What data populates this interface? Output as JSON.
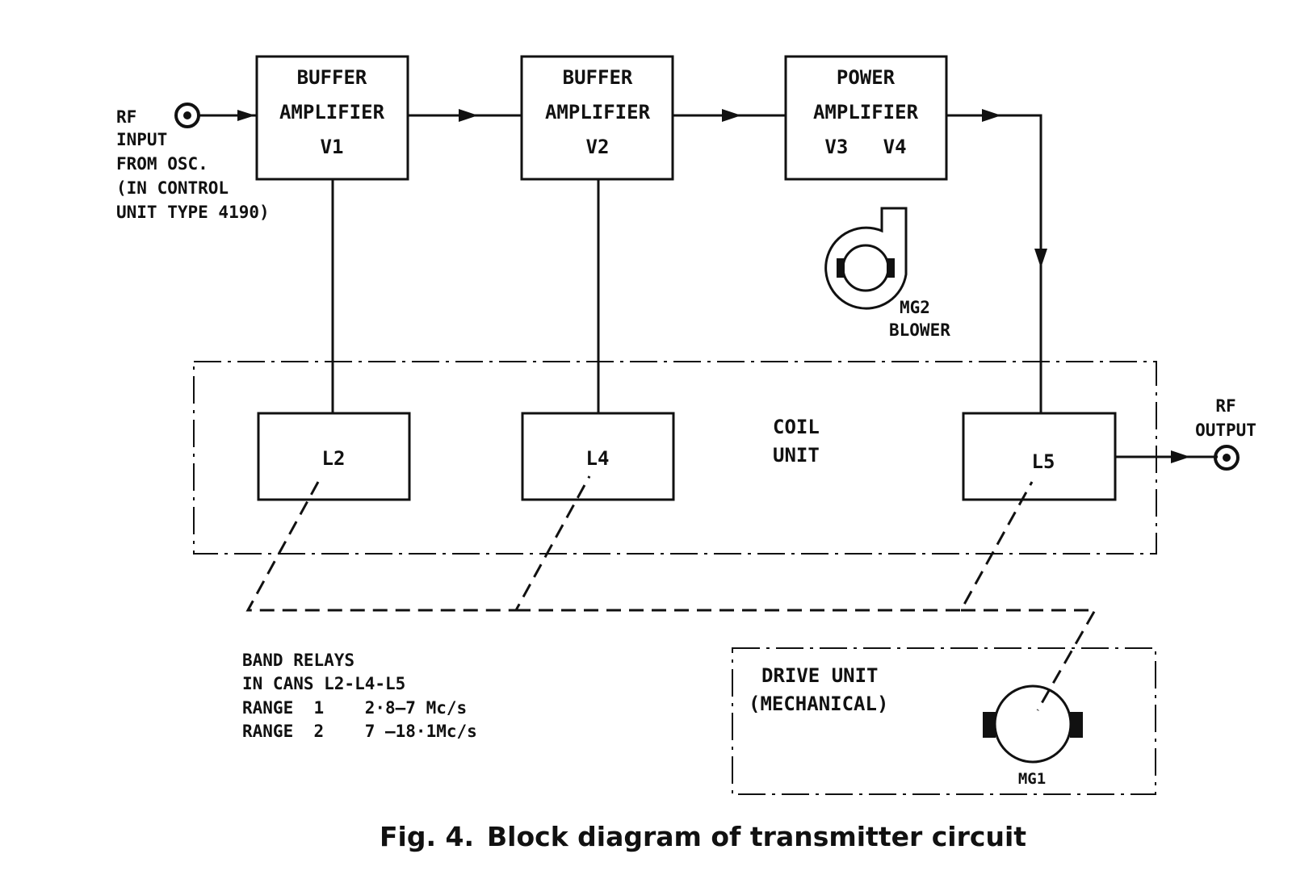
{
  "diagram": {
    "rf_input": [
      "RF",
      "INPUT",
      "FROM OSC.",
      "(IN CONTROL",
      "UNIT TYPE 4190)"
    ],
    "rf_output": [
      "RF",
      "OUTPUT"
    ],
    "blocks": {
      "v1": [
        "BUFFER",
        "AMPLIFIER",
        "V1"
      ],
      "v2": [
        "BUFFER",
        "AMPLIFIER",
        "V2"
      ],
      "v34": [
        "POWER",
        "AMPLIFIER",
        "V3   V4"
      ]
    },
    "blower": [
      "MG2",
      "BLOWER"
    ],
    "coil_unit": {
      "label": [
        "COIL",
        "UNIT"
      ],
      "coils": [
        "L2",
        "L4",
        "L5"
      ]
    },
    "band_relays": [
      "BAND RELAYS",
      "IN CANS L2-L4-L5",
      "RANGE  1    2·8—7 Mc/s",
      "RANGE  2    7 —18·1Mc/s"
    ],
    "drive_unit": {
      "label": [
        "DRIVE UNIT",
        "(MECHANICAL)"
      ],
      "motor": "MG1"
    },
    "caption": {
      "fig": "Fig. 4.",
      "text": "Block diagram of transmitter circuit"
    }
  }
}
